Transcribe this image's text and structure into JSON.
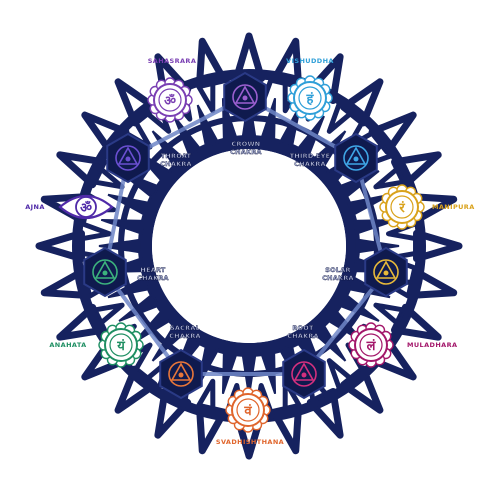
{
  "colors": {
    "navy": "#16225f",
    "navy_dark": "#0f1a4e",
    "link_line": "#6f86c7",
    "label_on_ring": "#c9d0ee",
    "label_shadow": "#0b1240",
    "background": "#ffffff"
  },
  "inner_labels": [
    {
      "id": "crown",
      "line1": "CROWN",
      "line2": "CHAKRA"
    },
    {
      "id": "third-eye",
      "line1": "THIRD EYE",
      "line2": "CHAKRA"
    },
    {
      "id": "solar",
      "line1": "SOLAR",
      "line2": "CHAKRA"
    },
    {
      "id": "root",
      "line1": "ROOT",
      "line2": "CHAKRA"
    },
    {
      "id": "sacral",
      "line1": "SACRAL",
      "line2": "CHAKRA"
    },
    {
      "id": "heart",
      "line1": "HEART",
      "line2": "CHAKRA"
    },
    {
      "id": "throat",
      "line1": "THROAT",
      "line2": "CHAKRA"
    }
  ],
  "outer_chakras": [
    {
      "id": "sahasrara",
      "name": "SAHASRARA",
      "color": "#7a3fb3",
      "glyph": "ॐ",
      "icon": "sahasrara-lotus-icon"
    },
    {
      "id": "vishuddha",
      "name": "VISHUDDHA",
      "color": "#2f9fd8",
      "glyph": "हं",
      "icon": "vishuddha-lotus-icon"
    },
    {
      "id": "manipura",
      "name": "MANIPURA",
      "color": "#d9a21b",
      "glyph": "रं",
      "icon": "manipura-lotus-icon"
    },
    {
      "id": "muladhara",
      "name": "MULADHARA",
      "color": "#a3176a",
      "glyph": "लं",
      "icon": "muladhara-lotus-icon"
    },
    {
      "id": "svadhishthana",
      "name": "SVADHISHTHANA",
      "color": "#e0652c",
      "glyph": "वं",
      "icon": "svadhishthana-lotus-icon"
    },
    {
      "id": "anahata",
      "name": "ANAHATA",
      "color": "#1f8f63",
      "glyph": "यं",
      "icon": "anahata-lotus-icon"
    },
    {
      "id": "ajna",
      "name": "AJNA",
      "color": "#4f2aa8",
      "glyph": "ॐ",
      "icon": "ajna-eye-icon"
    }
  ],
  "inner_nodes": [
    {
      "id": "crown",
      "color": "#9b5fd0",
      "icon": "crown-chakra-node-icon"
    },
    {
      "id": "third-eye",
      "color": "#3fa6e6",
      "icon": "third-eye-chakra-node-icon"
    },
    {
      "id": "solar",
      "color": "#e7b93a",
      "icon": "solar-chakra-node-icon"
    },
    {
      "id": "root",
      "color": "#d3307e",
      "icon": "root-chakra-node-icon"
    },
    {
      "id": "sacral",
      "color": "#e8763a",
      "icon": "sacral-chakra-node-icon"
    },
    {
      "id": "heart",
      "color": "#3cb27d",
      "icon": "heart-chakra-node-icon"
    },
    {
      "id": "throat",
      "color": "#6a4fd1",
      "icon": "throat-chakra-node-icon"
    }
  ]
}
